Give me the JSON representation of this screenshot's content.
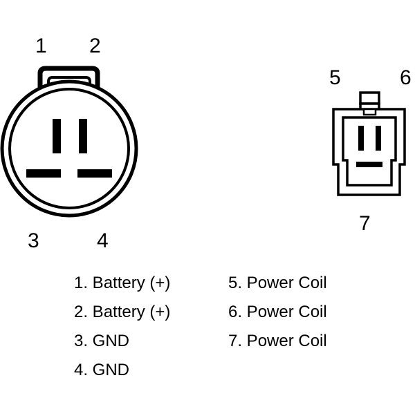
{
  "pins": {
    "p1": "1",
    "p2": "2",
    "p3": "3",
    "p4": "4",
    "p5": "5",
    "p6": "6",
    "p7": "7"
  },
  "legend": {
    "left": [
      "1. Battery (+)",
      "2. Battery (+)",
      "3. GND",
      "4. GND"
    ],
    "right": [
      "5. Power Coil",
      "6. Power Coil",
      "7. Power Coil"
    ]
  },
  "colors": {
    "line": "#000000",
    "fill": "#ffffff"
  }
}
